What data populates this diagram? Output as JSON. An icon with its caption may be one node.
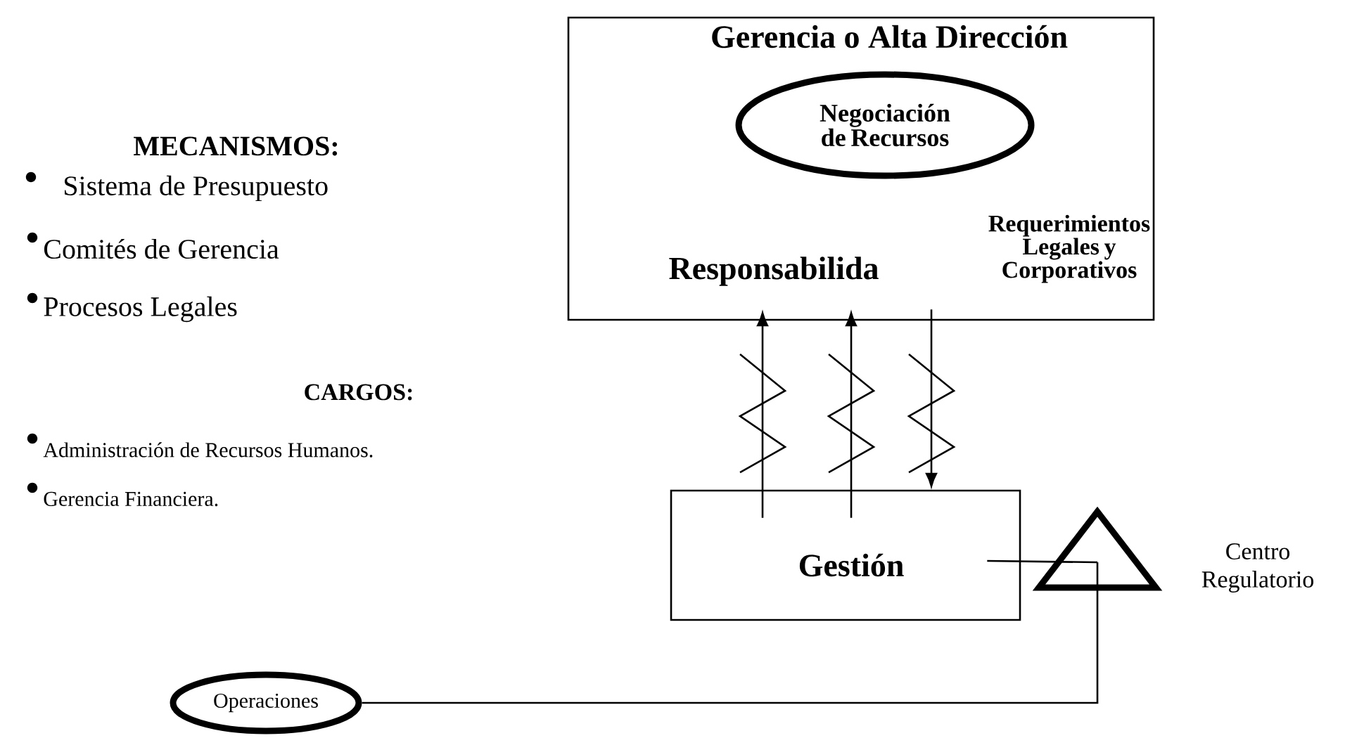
{
  "diagram": {
    "nodes": [
      {
        "text": [
          "Gerencia o Alta Dirección",
          "Responsabilida",
          "Requerimientos Legales y Corporativos"
        ]
      },
      {
        "text": [
          "Negociación de Recursos"
        ],
        "in": 0
      },
      {
        "text": [
          "Gestión"
        ]
      },
      {
        "text": [],
        "shape": "triangle",
        "beside": [
          "Centro Regulatorio"
        ]
      },
      {
        "text": [
          "Operaciones"
        ]
      }
    ],
    "edges": [
      {
        "from": 2,
        "to": 0,
        "arrow": "to"
      },
      {
        "from": 2,
        "to": 0,
        "arrow": "to"
      },
      {
        "from": 0,
        "to": 2,
        "arrow": "to"
      },
      {
        "from": 2,
        "to": 3,
        "arrow": "none"
      },
      {
        "from": 3,
        "to": 4,
        "arrow": "none"
      }
    ],
    "labels": [
      "MECANISMOS:",
      "Sistema de Presupuesto",
      "Comités de Gerencia",
      "Procesos Legales",
      "CARGOS:",
      "Administración de Recursos Humanos.",
      "Gerencia Financiera."
    ]
  }
}
